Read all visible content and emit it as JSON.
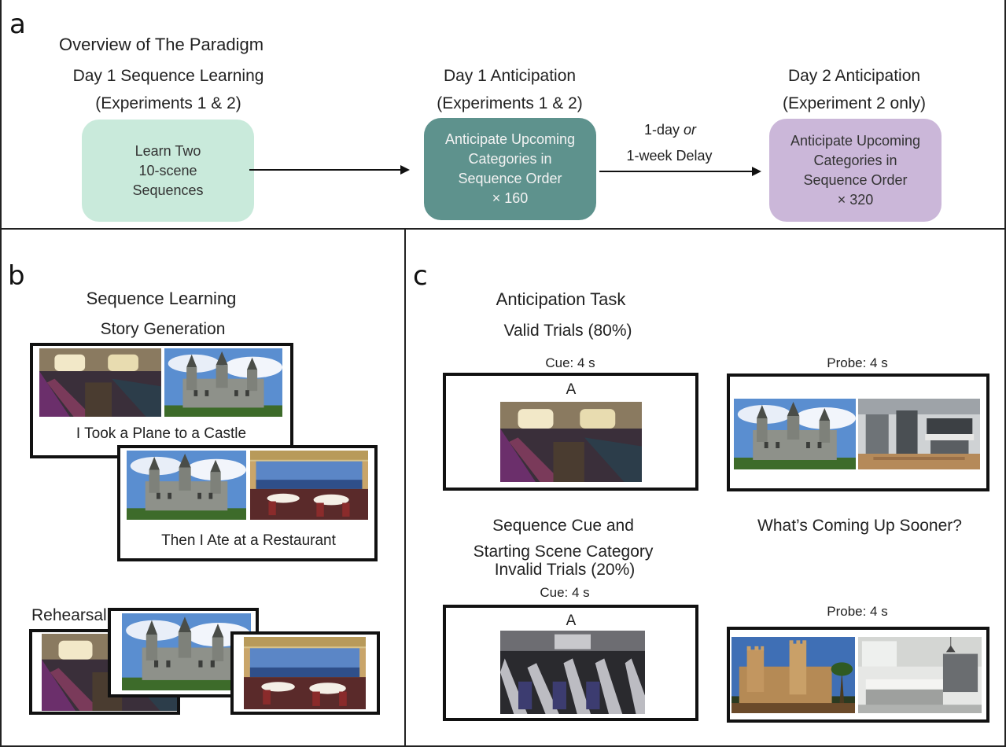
{
  "panel_a": {
    "letter": "a",
    "title": "Overview of The Paradigm",
    "stages": [
      {
        "heading1": "Day 1 Sequence Learning",
        "heading2": "(Experiments 1 & 2)",
        "lines": [
          "Learn Two",
          "10-scene",
          "Sequences"
        ],
        "color": "#c9eadb",
        "text_color": "#333333"
      },
      {
        "heading1": "Day 1 Anticipation",
        "heading2": "(Experiments 1 & 2)",
        "lines": [
          "Anticipate Upcoming",
          "Categories in",
          "Sequence Order",
          "× 160"
        ],
        "color": "#5e928d",
        "text_color": "#f2f2f2"
      },
      {
        "heading1": "Day 2 Anticipation",
        "heading2": "(Experiment 2 only)",
        "lines": [
          "Anticipate Upcoming",
          "Categories in",
          "Sequence Order",
          "× 320"
        ],
        "color": "#cbb7d9",
        "text_color": "#333333"
      }
    ],
    "delay_line1_a": "1-day ",
    "delay_line1_b": "or",
    "delay_line2": "1-week Delay"
  },
  "panel_b": {
    "letter": "b",
    "title": "Sequence Learning",
    "subtitle": "Story Generation",
    "story1": "I Took a Plane to a Castle",
    "story2": "Then I Ate at a Restaurant",
    "rehearsal": "Rehearsal"
  },
  "panel_c": {
    "letter": "c",
    "title": "Anticipation Task",
    "valid_label": "Valid Trials (80%)",
    "invalid_label": "Invalid Trials (20%)",
    "cue_label": "Cue: 4 s",
    "probe_label": "Probe: 4 s",
    "cue_letter": "A",
    "cue_caption1": "Sequence Cue and",
    "cue_caption2": "Starting Scene Category",
    "probe_caption": "What’s Coming Up Sooner?"
  },
  "images": {
    "plane": "airplane-interior-photo",
    "castle": "castle-photo",
    "restaurant": "restaurant-photo",
    "kitchen": "kitchen-photo",
    "dark_plane": "dark-airplane-interior-photo",
    "castle2": "sunlit-castle-photo",
    "kitchen2": "modern-kitchen-photo"
  }
}
